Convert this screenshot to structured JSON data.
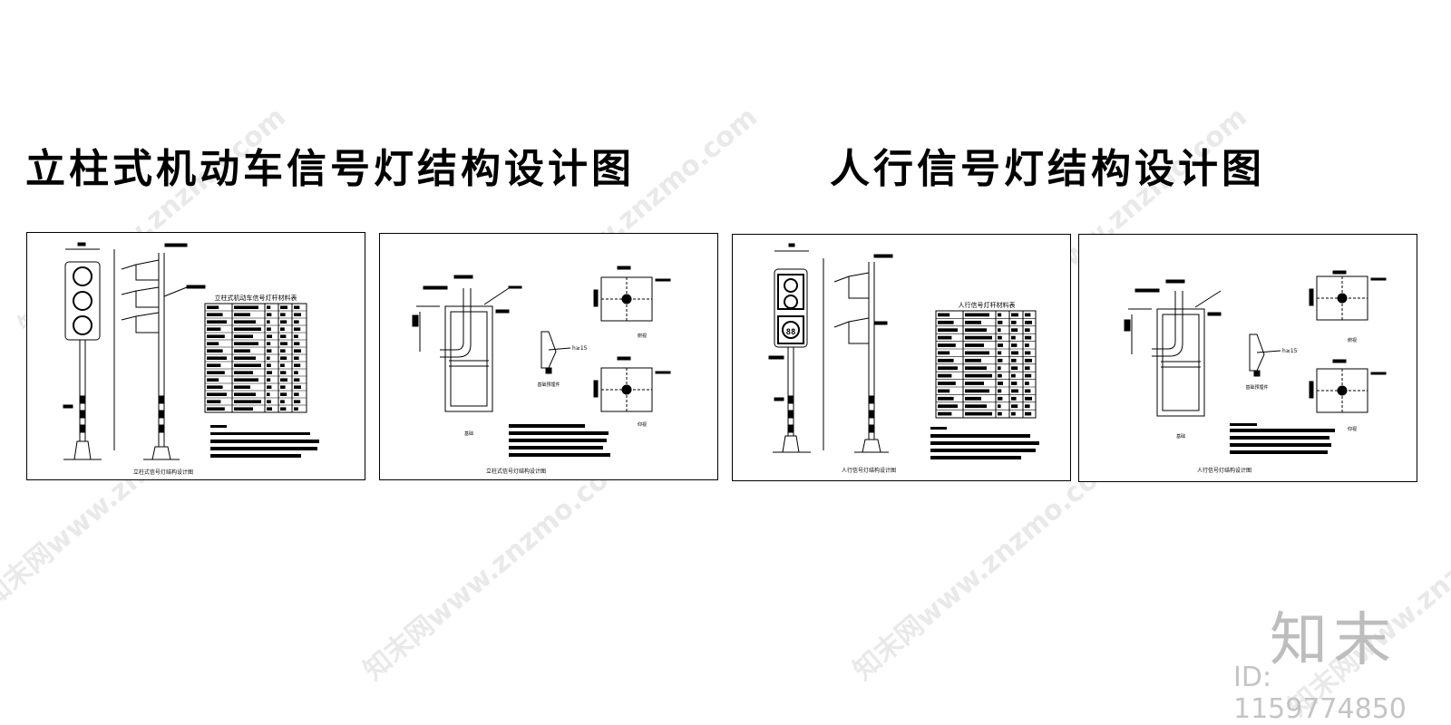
{
  "titles": {
    "left": "立柱式机动车信号灯结构设计图",
    "right": "人行信号灯结构设计图"
  },
  "sheets": [
    {
      "table_title": "立柱式机动车信号灯杆材料表",
      "caption": "立柱式信号灯结构设计图"
    },
    {
      "caption": "立柱式信号灯结构设计图",
      "label_h": "h≥15",
      "label_plan1": "俯视",
      "label_plan2": "仰视",
      "label_base": "基础",
      "label_detail": "基础预埋件"
    },
    {
      "table_title": "人行信号灯杆材料表",
      "caption": "人行信号灯结构设计图",
      "counter": "88"
    },
    {
      "caption": "人行信号灯结构设计图",
      "label_h": "h≥15",
      "label_plan1": "俯视",
      "label_plan2": "仰视",
      "label_base": "基础",
      "label_detail": "基础预埋件"
    }
  ],
  "watermark": {
    "text": "知末网www.znzmo.com",
    "logo": "知末",
    "id": "ID: 1159774850"
  }
}
